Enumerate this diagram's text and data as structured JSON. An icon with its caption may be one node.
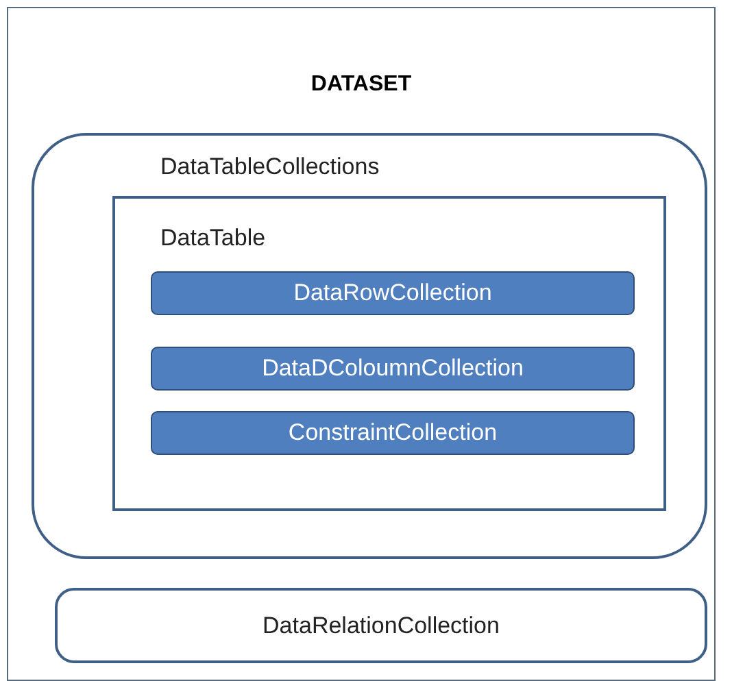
{
  "diagram": {
    "nodes": [
      {
        "text": [
          "DATASET"
        ]
      },
      {
        "text": [
          "DataTableCollections"
        ],
        "in": 0
      },
      {
        "text": [
          "DataTable"
        ],
        "in": 1
      },
      {
        "text": [
          "DataRowCollection"
        ],
        "in": 2
      },
      {
        "text": [
          "DataDColoumnCollection"
        ],
        "in": 2
      },
      {
        "text": [
          "ConstraintCollection"
        ],
        "in": 2
      },
      {
        "text": [
          "DataRelationCollection"
        ],
        "in": 0
      }
    ]
  }
}
